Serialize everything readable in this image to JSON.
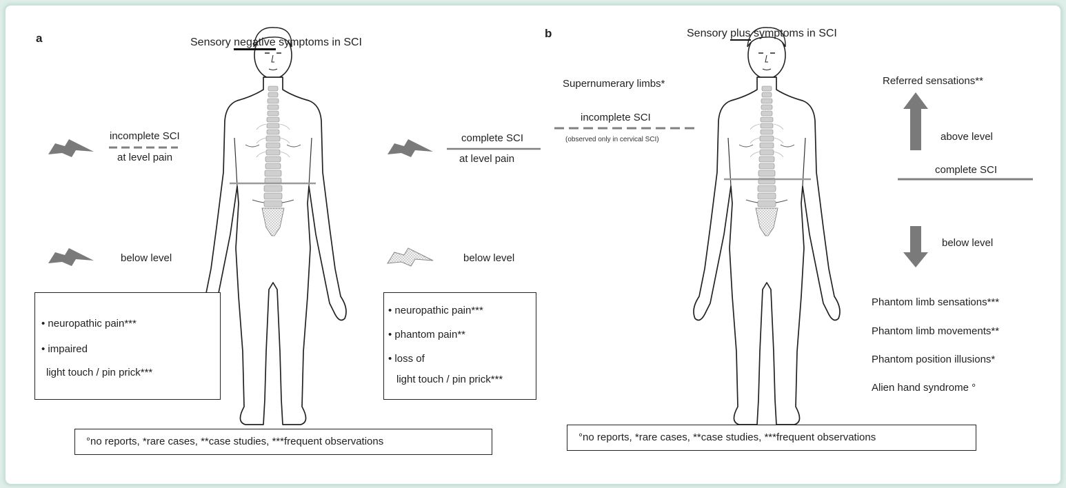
{
  "panel_a": {
    "letter": "a",
    "title_pre": "Sensory ",
    "title_em": "negative",
    "title_post": " symptoms in SCI",
    "left": {
      "line_label": "incomplete SCI",
      "level_pain": "at level pain",
      "below": "below level"
    },
    "right": {
      "line_label": "complete SCI",
      "level_pain": "at level pain",
      "below": "below level"
    },
    "left_box": [
      "• neuropathic pain***",
      "• impaired",
      "light touch / pin prick***"
    ],
    "right_box": [
      "• neuropathic pain***",
      "• phantom pain**",
      "• loss of",
      "light touch / pin prick***"
    ],
    "legend": "°no reports, *rare cases, **case studies, ***frequent observations"
  },
  "panel_b": {
    "letter": "b",
    "title_pre": "Sensory ",
    "title_em": "plus",
    "title_post": " symptoms in SCI",
    "supernumerary": "Supernumerary limbs*",
    "incomplete": "incomplete SCI",
    "cervical_note": "(observed only in cervical SCI)",
    "referred": "Referred sensations**",
    "above_level": "above level",
    "complete": "complete SCI",
    "below_level": "below level",
    "phantom_list": [
      "Phantom limb sensations***",
      "Phantom limb movements**",
      "Phantom position illusions*",
      "Alien hand syndrome °"
    ],
    "legend": "°no reports, *rare cases, **case studies, ***frequent observations"
  },
  "colors": {
    "frame_bg": "#dfeee8",
    "arrow_gray": "#7a7a7a",
    "line_gray": "#808080"
  },
  "icons": [
    "lightning-bolt-icon",
    "dotted-lightning-bolt-icon",
    "arrow-up-icon",
    "arrow-down-icon",
    "human-figure-with-spine"
  ]
}
